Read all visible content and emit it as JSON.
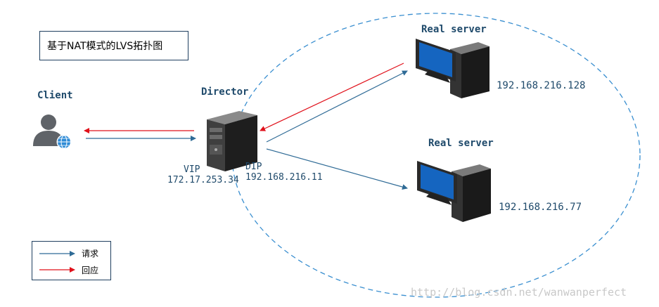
{
  "title": "基于NAT模式的LVS拓扑图",
  "client": {
    "label": "Client"
  },
  "director": {
    "label": "Director",
    "vip_label": "VIP",
    "vip": "172.17.253.34",
    "dip_label": "DIP",
    "dip": "192.168.216.11"
  },
  "servers": [
    {
      "label": "Real server",
      "ip": "192.168.216.128"
    },
    {
      "label": "Real server",
      "ip": "192.168.216.77"
    }
  ],
  "legend": {
    "request": "请求",
    "response": "回应"
  },
  "colors": {
    "request": "#2f6b96",
    "response": "#e0101a",
    "ellipse": "#3a8fd0"
  },
  "watermark": "http://blog.csdn.net/wanwanperfect"
}
